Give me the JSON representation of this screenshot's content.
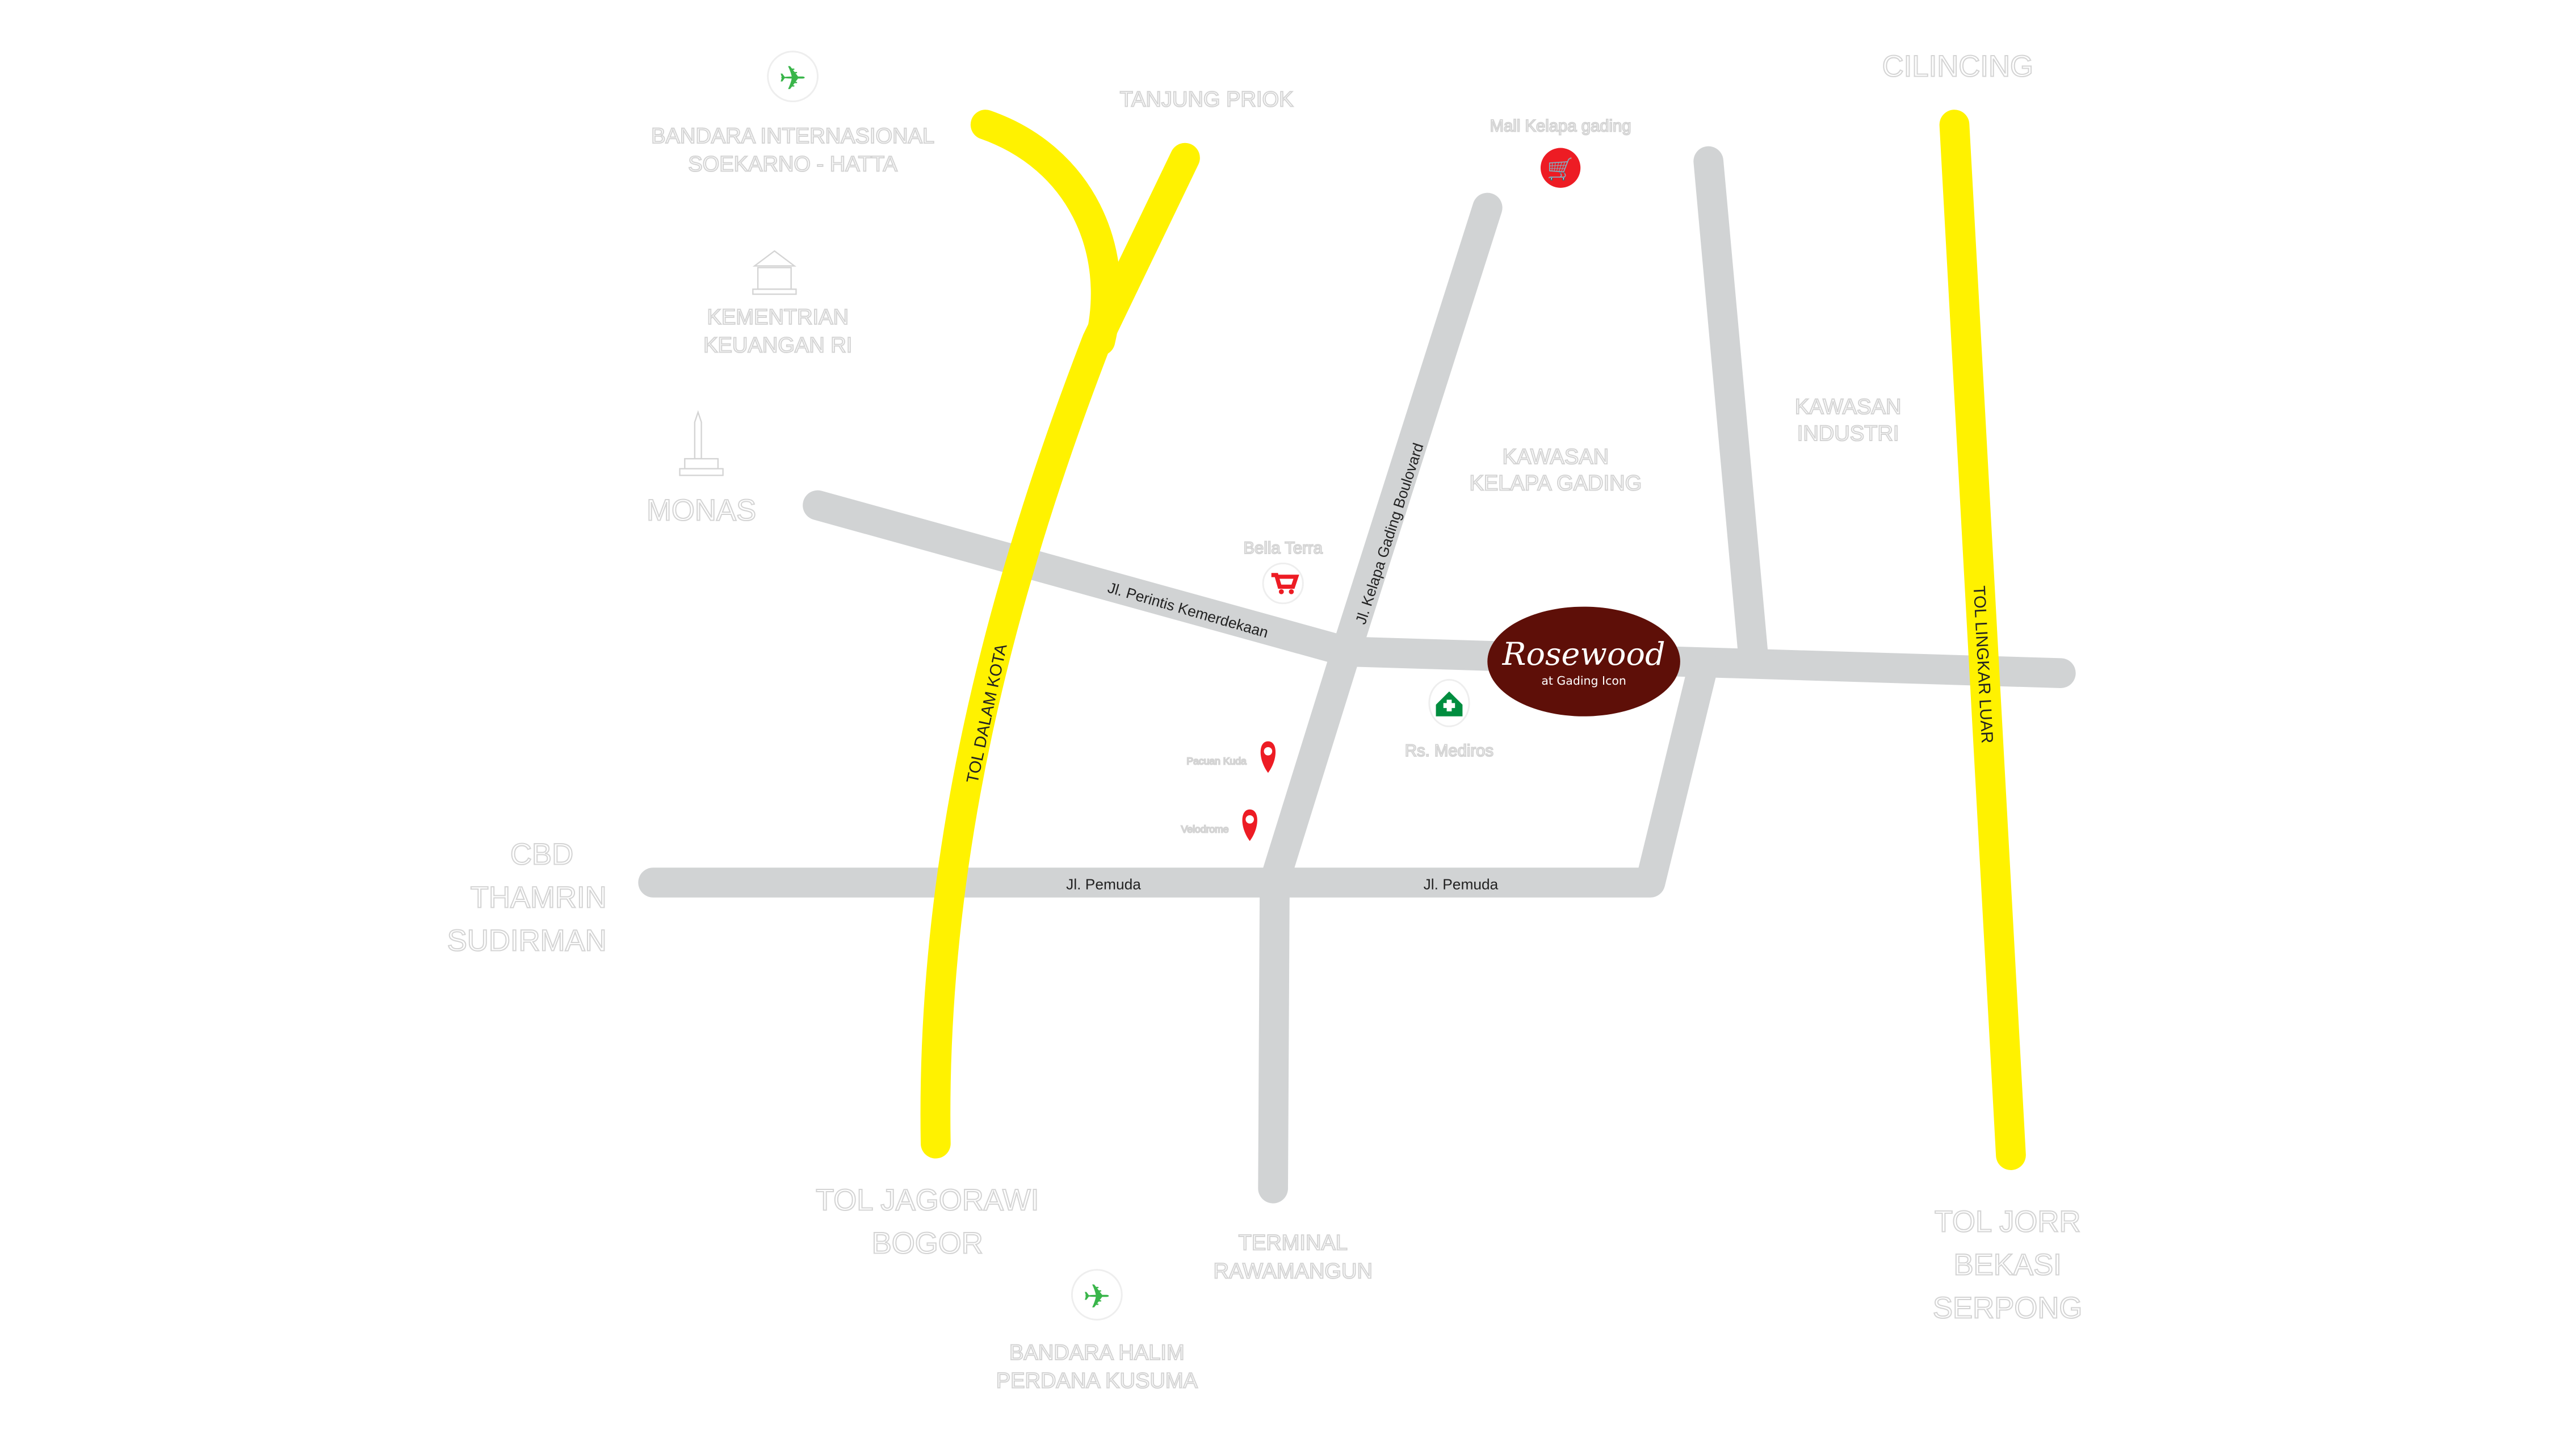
{
  "colors": {
    "toll_road": "#fff200",
    "road": "#d1d3d4",
    "brand": "#5e0f08",
    "airport": "#39b54a",
    "hospital": "#008d3f",
    "poi_red": "#ed1c24"
  },
  "brand": {
    "name": "Rosewood",
    "subtitle": "at Gading Icon"
  },
  "toll_roads": {
    "dalam_kota": "TOL DALAM KOTA",
    "lingkar_luar": "TOL LINGKAR LUAR"
  },
  "roads": {
    "perintis": "Jl. Perintis Kemerdekaan",
    "kelapa_gading": "Jl. Kelapa Gading Boulovard",
    "pemuda_1": "Jl. Pemuda",
    "pemuda_2": "Jl. Pemuda"
  },
  "places": {
    "soetta": [
      "BANDARA INTERNASIONAL",
      "SOEKARNO - HATTA"
    ],
    "tanjung_priok": "TANJUNG PRIOK",
    "mall_kelapa_gading": "Mall Kelapa gading",
    "cilincing": "CILINCING",
    "kemenkeu": [
      "KEMENTRIAN",
      "KEUANGAN RI"
    ],
    "monas": "MONAS",
    "kawasan_industri": [
      "KAWASAN",
      "INDUSTRI"
    ],
    "kawasan_kelapa_gading": [
      "KAWASAN",
      "KELAPA GADING"
    ],
    "bella_terra": "Bella Terra",
    "rs_mediros": "Rs. Mediros",
    "pacuan_kuda": "Pacuan Kuda",
    "velodrome": "Velodrome",
    "cbd": [
      "CBD",
      "THAMRIN",
      "SUDIRMAN"
    ],
    "jagorawi": [
      "TOL JAGORAWI",
      "BOGOR"
    ],
    "rawamangun": [
      "TERMINAL",
      "RAWAMANGUN"
    ],
    "halim": [
      "BANDARA HALIM",
      "PERDANA KUSUMA"
    ],
    "jorr": [
      "TOL JORR",
      "BEKASI",
      "SERPONG"
    ]
  }
}
